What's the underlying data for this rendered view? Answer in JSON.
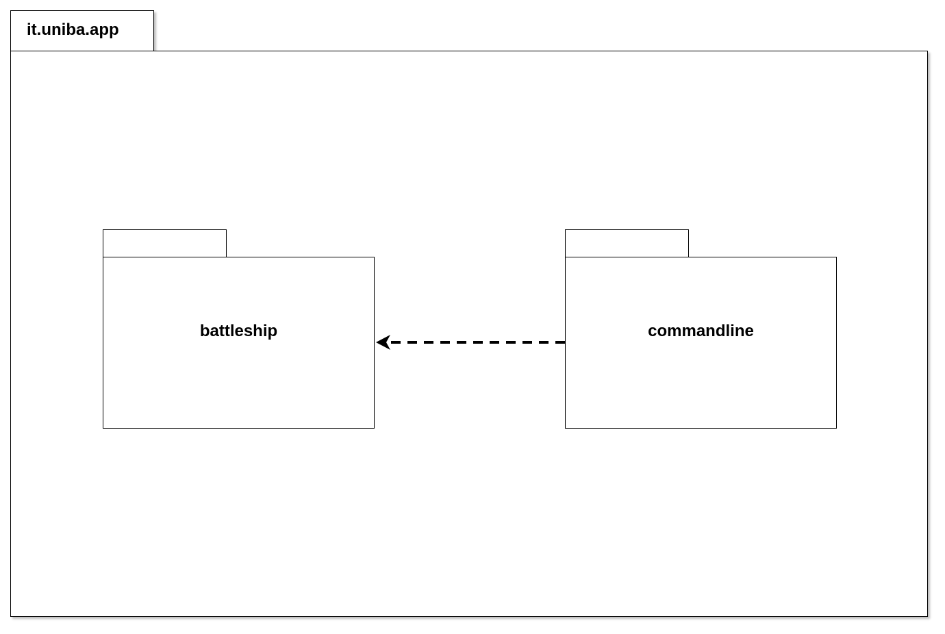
{
  "container": {
    "label": "it.uniba.app"
  },
  "packages": {
    "battleship": {
      "label": "battleship"
    },
    "commandline": {
      "label": "commandline"
    }
  },
  "dependency": {
    "from": "commandline",
    "to": "battleship",
    "style": "dashed",
    "color": "#000000"
  }
}
